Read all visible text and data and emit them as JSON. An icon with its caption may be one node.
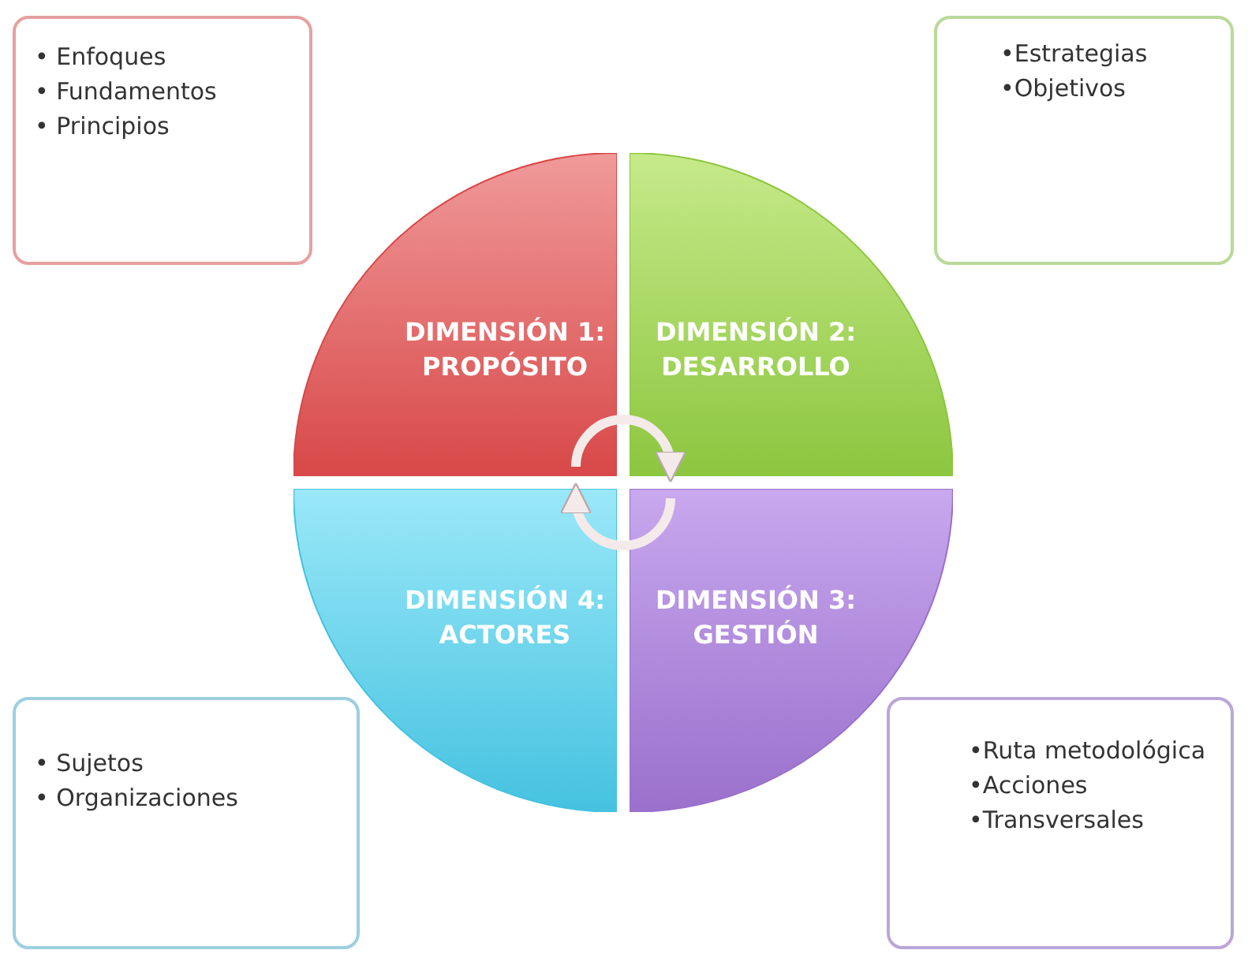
{
  "diagram": {
    "nodes": [
      {
        "text": [
          "• Enfoques",
          "• Fundamentos",
          "• Principios"
        ]
      },
      {
        "text": [
          "•Estrategias",
          "•Objetivos"
        ]
      },
      {
        "text": [
          "DIMENSIÓN 1: PROPÓSITO"
        ]
      },
      {
        "text": [
          "DIMENSIÓN 2: DESARROLLO"
        ]
      },
      {
        "text": [
          "DIMENSIÓN 4: ACTORES"
        ]
      },
      {
        "text": [
          "DIMENSIÓN 3: GESTIÓN"
        ]
      },
      {
        "text": [
          "• Sujetos",
          "• Organizaciones"
        ]
      },
      {
        "text": [
          "•Ruta metodológica",
          "•Acciones",
          "•Transversales"
        ]
      }
    ],
    "edges": [
      {
        "from": 2,
        "to": 3,
        "arrow": "to"
      },
      {
        "from": 5,
        "to": 4,
        "arrow": "to"
      }
    ]
  }
}
